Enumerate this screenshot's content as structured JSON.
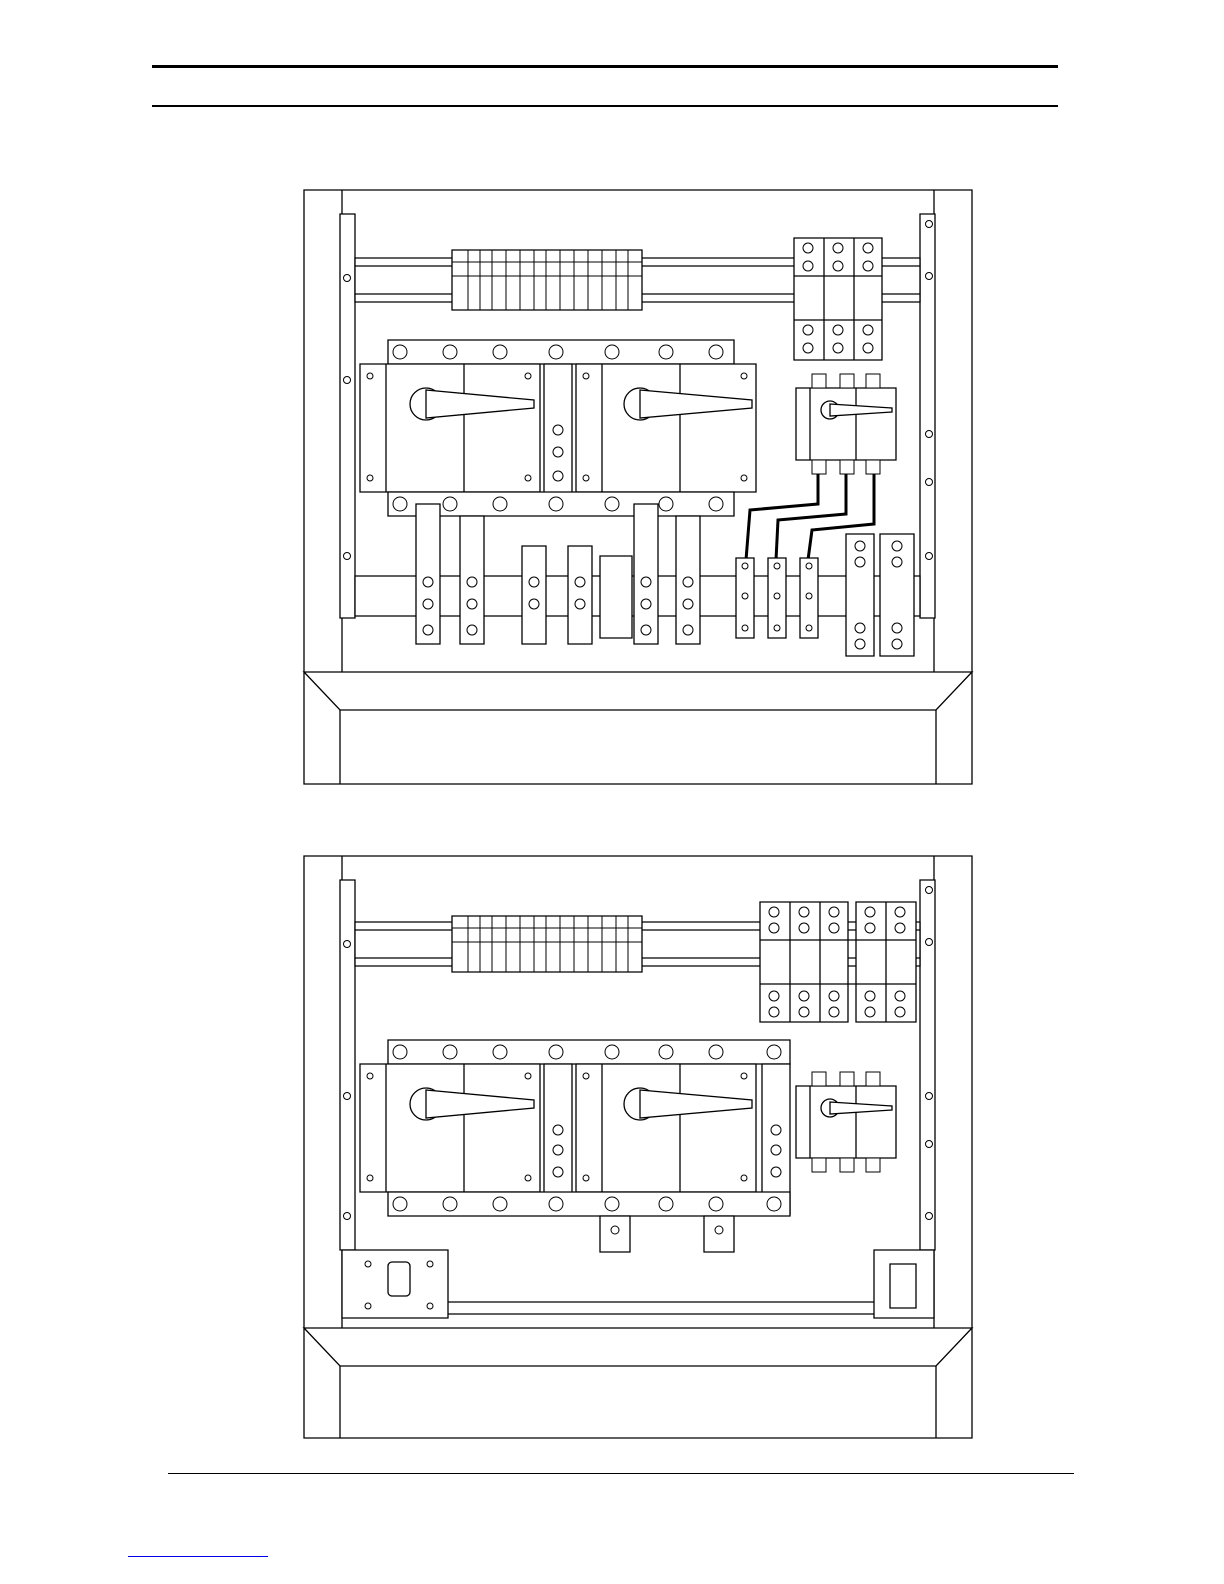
{
  "page": {
    "header_rules": 2,
    "footer_rule": true,
    "footnote_link_line": true
  },
  "diagrams": [
    {
      "id": "panel-top",
      "terminal_block_count": 12,
      "breaker_count": 2,
      "small_breaker_count": 1,
      "fuse_holder_count": 3,
      "cable_count": 3
    },
    {
      "id": "panel-bottom",
      "terminal_block_count": 12,
      "breaker_count": 2,
      "small_breaker_count": 1,
      "fuse_holder_count": 5,
      "cable_count": 0
    }
  ],
  "colors": {
    "line": "#000000",
    "fill": "#ffffff",
    "accent_link": "#0000ee"
  }
}
